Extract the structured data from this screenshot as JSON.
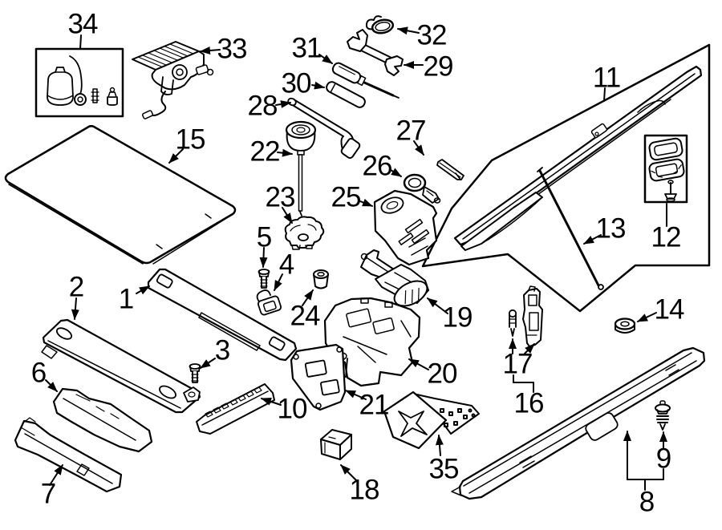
{
  "colors": {
    "background": "#ffffff",
    "line": "#000000"
  },
  "labels": {
    "1": "1",
    "2": "2",
    "3": "3",
    "4": "4",
    "5": "5",
    "6": "6",
    "7": "7",
    "8": "8",
    "9": "9",
    "10": "10",
    "11": "11",
    "12": "12",
    "13": "13",
    "14": "14",
    "15": "15",
    "16": "16",
    "17": "17",
    "18": "18",
    "19": "19",
    "20": "20",
    "21": "21",
    "22": "22",
    "23": "23",
    "24": "24",
    "25": "25",
    "26": "26",
    "27": "27",
    "28": "28",
    "29": "29",
    "30": "30",
    "31": "31",
    "32": "32",
    "33": "33",
    "34": "34",
    "35": "35"
  }
}
